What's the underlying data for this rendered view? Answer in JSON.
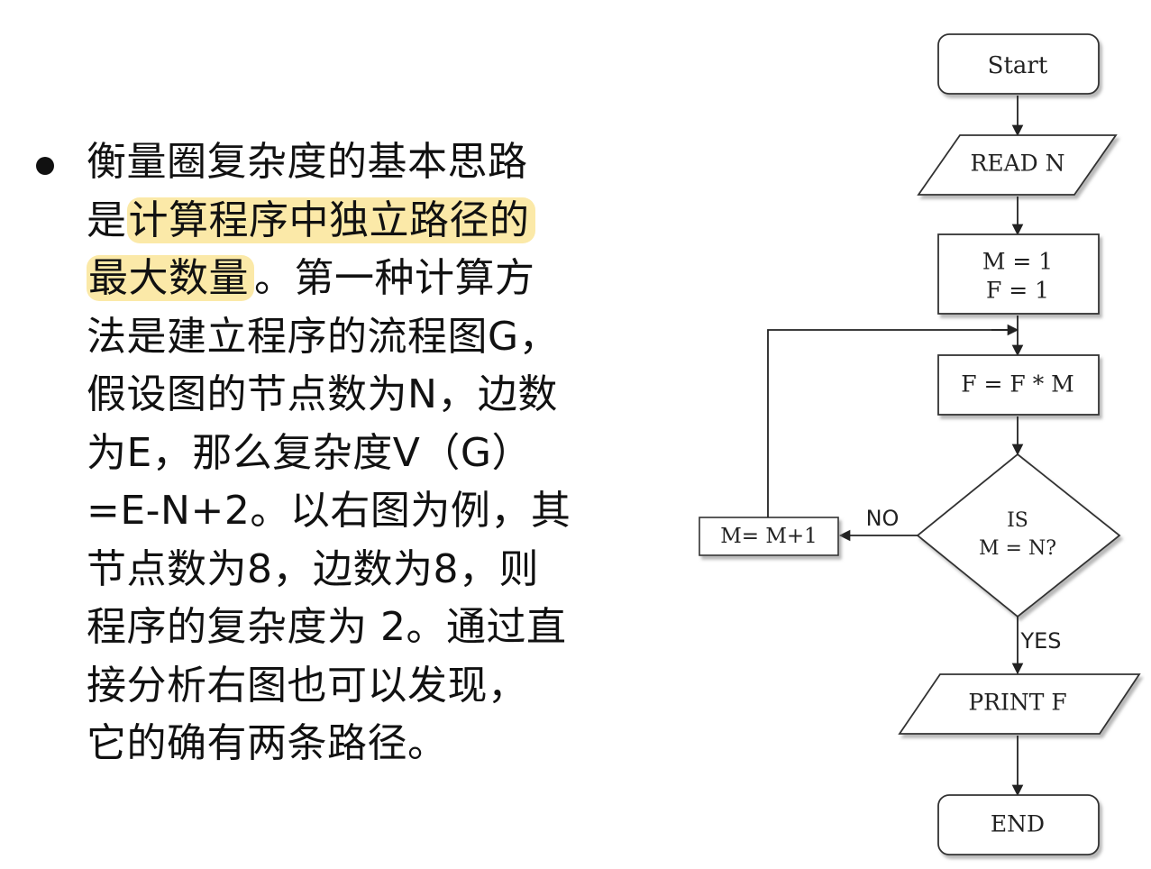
{
  "paragraph": {
    "lines": [
      {
        "pre": "衡量圈复杂度的基本思路",
        "hl": "",
        "post": ""
      },
      {
        "pre": "是",
        "hl": "计算程序中独立路径的",
        "post": ""
      },
      {
        "pre": "",
        "hl": "最大数量",
        "post": "。第一种计算方"
      },
      {
        "pre": "法是建立程序的流程图G，",
        "hl": "",
        "post": ""
      },
      {
        "pre": "假设图的节点数为N，边数",
        "hl": "",
        "post": ""
      },
      {
        "pre": "为E，那么复杂度V（G）",
        "hl": "",
        "post": ""
      },
      {
        "pre": "=E-N+2。以右图为例，其",
        "hl": "",
        "post": ""
      },
      {
        "pre": "节点数为8，边数为8，则",
        "hl": "",
        "post": ""
      },
      {
        "pre": "程序的复杂度为 2。通过直",
        "hl": "",
        "post": ""
      },
      {
        "pre": "接分析右图也可以发现，",
        "hl": "",
        "post": ""
      },
      {
        "pre": "它的确有两条路径。",
        "hl": "",
        "post": ""
      }
    ],
    "highlight_color": "#fbe9a8"
  },
  "flowchart": {
    "start": "Start",
    "read": "READ N",
    "init_line1": "M = 1",
    "init_line2": "F = 1",
    "multiply": "F = F * M",
    "decision_line1": "IS",
    "decision_line2": "M = N?",
    "no_label": "NO",
    "increment": "M= M+1",
    "yes_label": "YES",
    "print": "PRINT F",
    "end": "END"
  }
}
